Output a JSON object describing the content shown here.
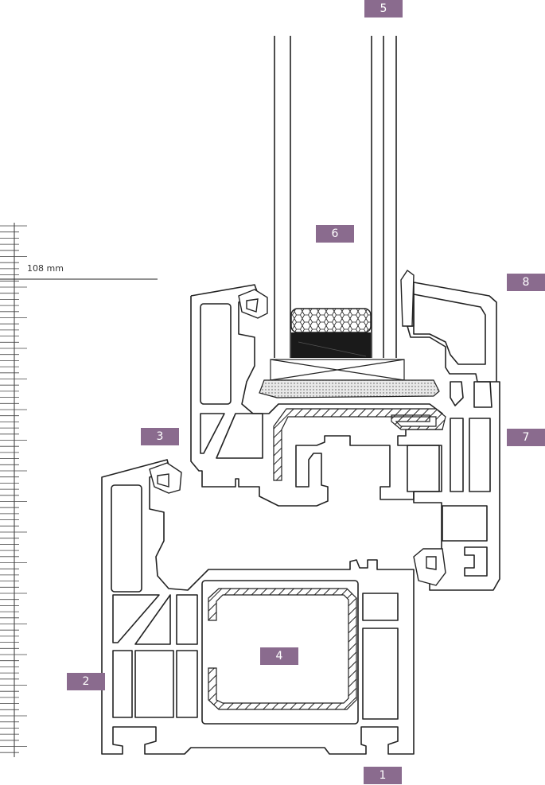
{
  "diagram": {
    "dimension_label": "108 mm",
    "callouts": [
      {
        "id": "1",
        "label": "1"
      },
      {
        "id": "2",
        "label": "2"
      },
      {
        "id": "3",
        "label": "3"
      },
      {
        "id": "4",
        "label": "4"
      },
      {
        "id": "5",
        "label": "5"
      },
      {
        "id": "6",
        "label": "6"
      },
      {
        "id": "7",
        "label": "7"
      },
      {
        "id": "8",
        "label": "8"
      }
    ],
    "colors": {
      "callout_bg": "#8a6b8e",
      "line": "#222222",
      "gasket": "#1a1a1a",
      "seal_fill": "#dcdcdc"
    }
  }
}
